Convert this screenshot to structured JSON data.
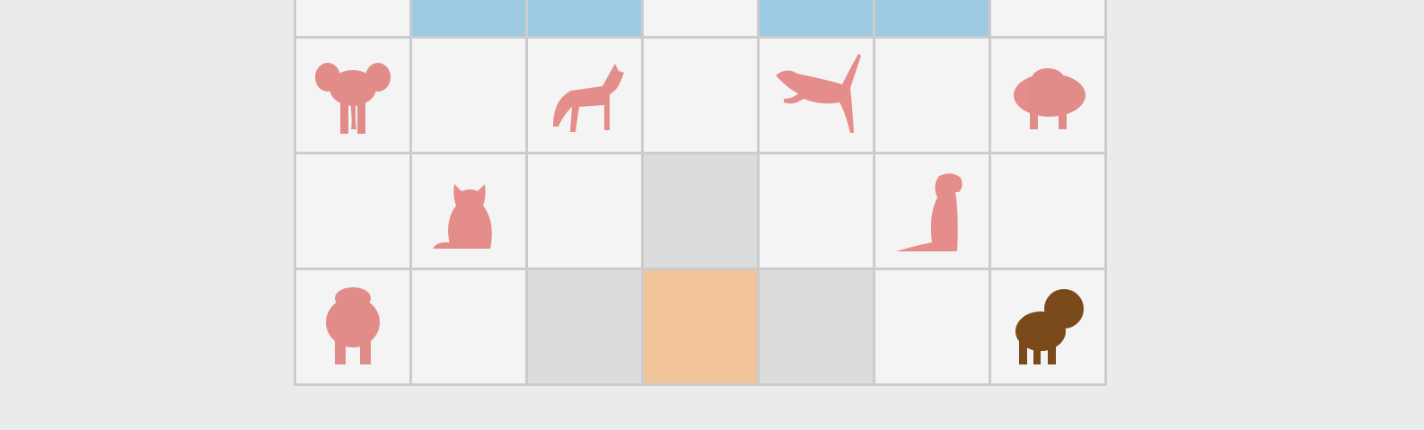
{
  "board": {
    "rows": 4,
    "cols": 7,
    "colors": {
      "empty": "#f4f4f4",
      "blue": "#9ecae3",
      "gray": "#dcdcdc",
      "orange": "#f2c499",
      "faded_animal": "#e07a78",
      "active_animal": "#7a4a1a",
      "grid_line": "#cccccc",
      "background": "#eaeceb"
    },
    "cells": [
      [
        {
          "state": "empty"
        },
        {
          "state": "blue"
        },
        {
          "state": "blue"
        },
        {
          "state": "empty"
        },
        {
          "state": "blue"
        },
        {
          "state": "blue"
        },
        {
          "state": "empty"
        }
      ],
      [
        {
          "state": "empty",
          "animal": "elephant"
        },
        {
          "state": "empty"
        },
        {
          "state": "empty",
          "animal": "wolf"
        },
        {
          "state": "empty"
        },
        {
          "state": "empty",
          "animal": "cheetah"
        },
        {
          "state": "empty"
        },
        {
          "state": "empty",
          "animal": "hippo"
        }
      ],
      [
        {
          "state": "empty"
        },
        {
          "state": "empty",
          "animal": "cat"
        },
        {
          "state": "empty"
        },
        {
          "state": "gray"
        },
        {
          "state": "empty"
        },
        {
          "state": "empty",
          "animal": "dog"
        },
        {
          "state": "empty"
        }
      ],
      [
        {
          "state": "empty",
          "animal": "tiger"
        },
        {
          "state": "empty"
        },
        {
          "state": "gray"
        },
        {
          "state": "orange"
        },
        {
          "state": "gray"
        },
        {
          "state": "empty"
        },
        {
          "state": "empty",
          "animal": "lion",
          "active": true
        }
      ]
    ]
  }
}
